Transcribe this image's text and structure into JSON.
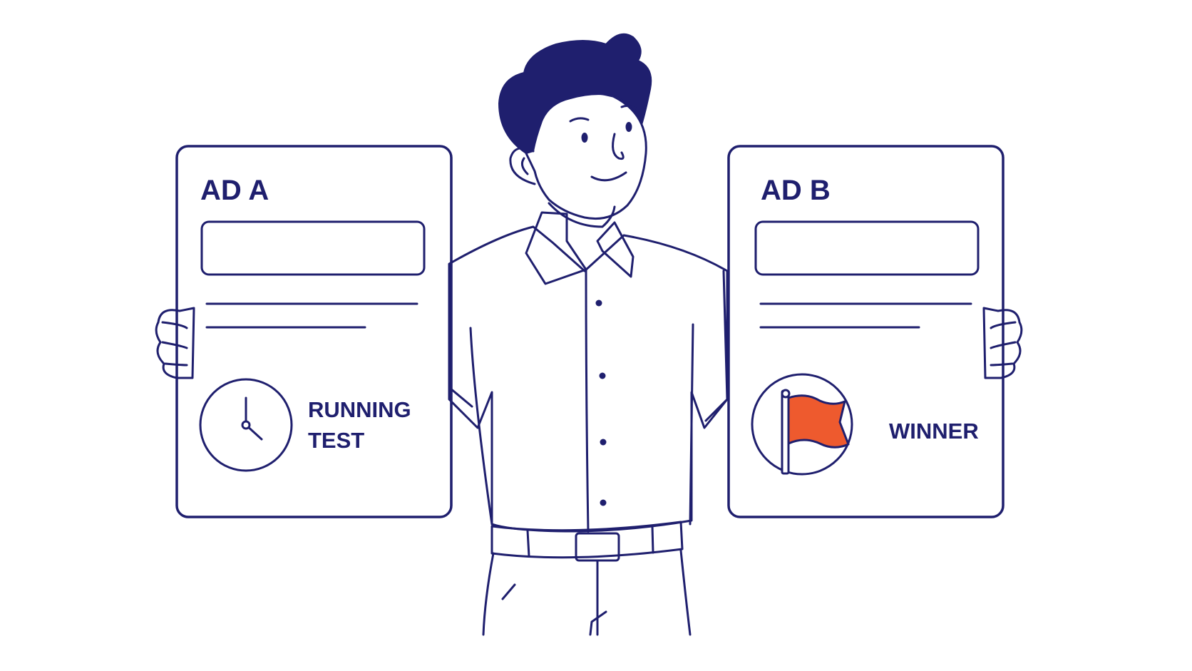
{
  "colors": {
    "ink": "#1f1f6e",
    "flag": "#ee5a2e",
    "background": "#ffffff"
  },
  "ad_a": {
    "title": "AD A",
    "status_line1": "RUNNING",
    "status_line2": "TEST",
    "icon": "clock-icon"
  },
  "ad_b": {
    "title": "AD B",
    "status": "WINNER",
    "icon": "flag-icon"
  }
}
